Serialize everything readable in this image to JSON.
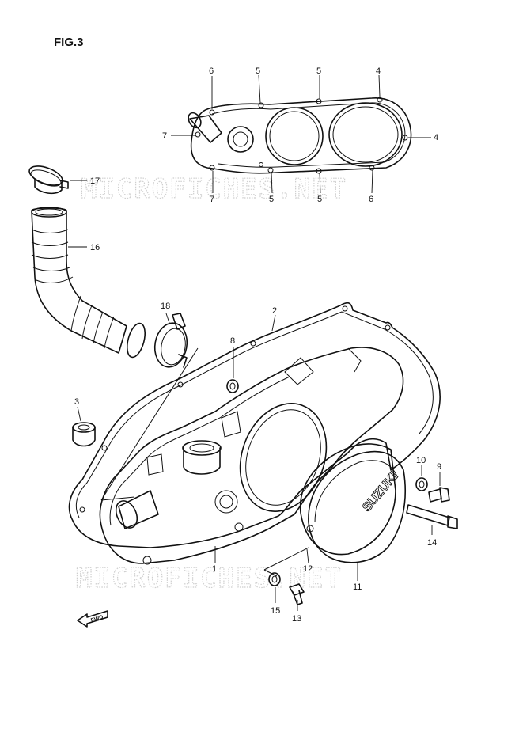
{
  "figure_label": "FIG.3",
  "watermark": "MICROFICHES.NET",
  "cover_logo": "SUZUKI",
  "fwd_label": "FWD",
  "callouts": [
    {
      "id": "c6a",
      "text": "6"
    },
    {
      "id": "c5a",
      "text": "5"
    },
    {
      "id": "c5b",
      "text": "5"
    },
    {
      "id": "c4a",
      "text": "4"
    },
    {
      "id": "c7a",
      "text": "7"
    },
    {
      "id": "c4b",
      "text": "4"
    },
    {
      "id": "c17",
      "text": "17"
    },
    {
      "id": "c7b",
      "text": "7"
    },
    {
      "id": "c5c",
      "text": "5"
    },
    {
      "id": "c5d",
      "text": "5"
    },
    {
      "id": "c6b",
      "text": "6"
    },
    {
      "id": "c16",
      "text": "16"
    },
    {
      "id": "c18",
      "text": "18"
    },
    {
      "id": "c2",
      "text": "2"
    },
    {
      "id": "c8",
      "text": "8"
    },
    {
      "id": "c3",
      "text": "3"
    },
    {
      "id": "c10",
      "text": "10"
    },
    {
      "id": "c9",
      "text": "9"
    },
    {
      "id": "c14",
      "text": "14"
    },
    {
      "id": "c1",
      "text": "1"
    },
    {
      "id": "c12",
      "text": "12"
    },
    {
      "id": "c11",
      "text": "11"
    },
    {
      "id": "c15",
      "text": "15"
    },
    {
      "id": "c13",
      "text": "13"
    }
  ]
}
